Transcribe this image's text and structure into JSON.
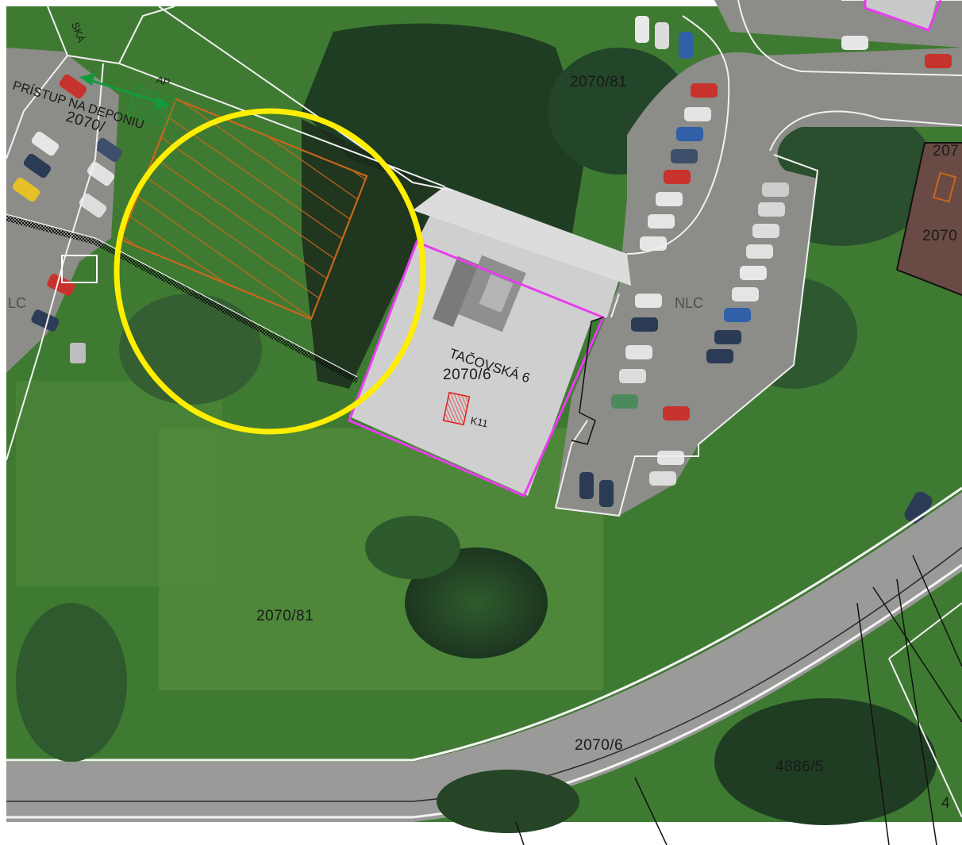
{
  "map": {
    "colors": {
      "grass": "#3f7a32",
      "grass_light": "#5b9141",
      "tree_dark": "#1f3d22",
      "shadow": "#1b2a1c",
      "road": "#9a9a98",
      "road_edge": "#f4f4f4",
      "parking": "#8c8c88",
      "roof": "#cfcfcf",
      "parcel_pink": "#e83df0",
      "zone_orange": "#c8661c",
      "circle_yellow": "#ffee00",
      "arrow_green": "#139a3c",
      "marker_red": "#e01e1e"
    },
    "labels": {
      "parcel_top": "2070/81",
      "parcel_center": "2070/81",
      "parcel_road": "2070/6",
      "parcel_corner": "4886/5",
      "parcel_building": "2070/6",
      "parcel_topleft": "2070/",
      "parcel_right_top": "207",
      "parcel_right_mid": "2070",
      "parcel_right_bottom": "4",
      "street_fragment": "SKÁ",
      "access_label": "PRÍSTUP NA DEPONIU",
      "ap_label": "AP",
      "building_name": "TAČOVSKÁ 6",
      "marker_label": "K11",
      "watermark_left": "LC",
      "watermark_right": "NLC"
    },
    "icons": {
      "access_arrow": "double-arrow-icon",
      "marker": "hatched-square-icon"
    }
  }
}
